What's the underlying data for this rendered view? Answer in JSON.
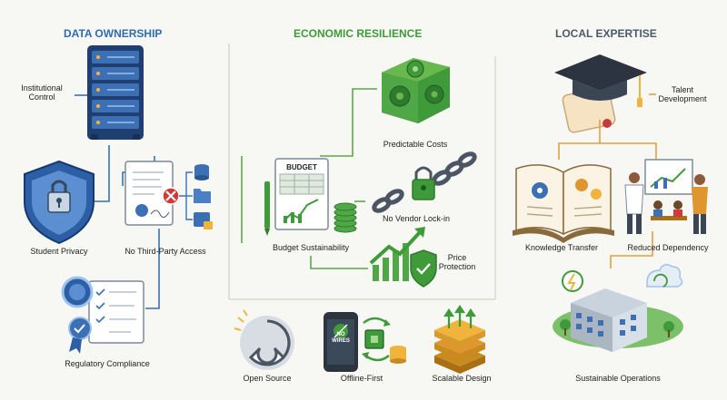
{
  "headers": {
    "data_ownership": "DATA OWNERSHIP",
    "economic_resilience": "ECONOMIC RESILIENCE",
    "local_expertise": "LOCAL EXPERTISE"
  },
  "data_ownership": {
    "institutional_control": [
      "Institutional",
      "Control"
    ],
    "student_privacy": "Student Privacy",
    "no_third_party_access": "No Third-Party Access",
    "regulatory_compliance": "Regulatory Compliance",
    "icons": [
      "server-rack-icon",
      "shield-lock-icon",
      "contract-block-icon",
      "compliance-document-icon"
    ]
  },
  "economic_resilience": {
    "budget_word": "BUDGET",
    "budget_sustainability": "Budget Sustainability",
    "predictable_costs": "Predictable Costs",
    "no_vendor_lockin": "No Vendor Lock-in",
    "price_protection": [
      "Price",
      "Protection"
    ],
    "icons": [
      "gear-block-icon",
      "budget-sheet-icon",
      "broken-chain-icon",
      "growth-shield-icon"
    ]
  },
  "foundations": {
    "open_source": "Open Source",
    "offline_first": "Offline-First",
    "scalable_design": "Scalable Design",
    "no_wires": [
      "NO",
      "WIRES"
    ],
    "icons": [
      "open-source-icon",
      "offline-device-icon",
      "stacked-layers-icon"
    ]
  },
  "local_expertise": {
    "talent_development": [
      "Talent",
      "Development"
    ],
    "knowledge_transfer": "Knowledge Transfer",
    "reduced_dependency": "Reduced Dependency",
    "sustainable_operations": "Sustainable Operations",
    "icons": [
      "graduation-cap-icon",
      "open-book-icon",
      "classroom-icon",
      "campus-icon"
    ]
  },
  "colors": {
    "blue": "#2f6bb0",
    "green": "#3f9a3a",
    "slate": "#4a5a6a",
    "orange": "#e0962f",
    "line_blue": "#3a6fb5",
    "line_green": "#5aa84a",
    "line_orange": "#e2a040"
  }
}
